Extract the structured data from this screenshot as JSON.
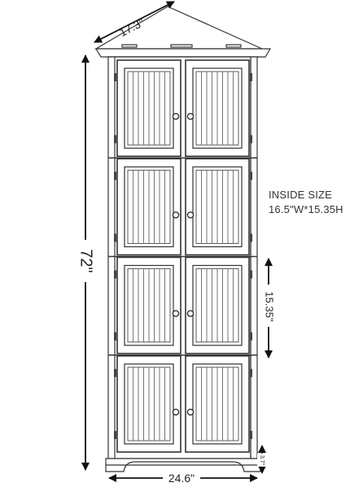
{
  "dimensions": {
    "depth": "17.3\"",
    "height": "72\"",
    "width": "24.6\"",
    "shelf_height": "15.35\"",
    "foot_height": "3.7\""
  },
  "inside_size": {
    "title": "INSIDE SIZE",
    "value": "16.5\"W*15.35H"
  },
  "cabinet": {
    "tiers": 4,
    "doors_per_tier": 2,
    "colors": {
      "line": "#333333",
      "fill": "#ffffff",
      "bead": "#666666"
    }
  }
}
